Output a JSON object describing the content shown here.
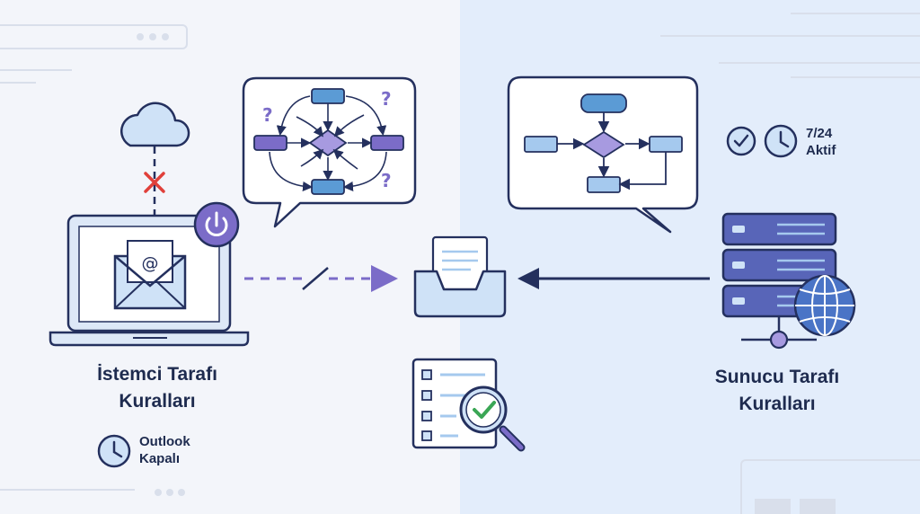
{
  "client": {
    "title_line1": "İstemci Tarafı",
    "title_line2": "Kuralları",
    "status_line1": "Outlook",
    "status_line2": "Kapalı"
  },
  "server": {
    "title_line1": "Sunucu Tarafı",
    "title_line2": "Kuralları",
    "status_line1": "7/24",
    "status_line2": "Aktif"
  },
  "icons": {
    "cloud": "cloud-icon",
    "blocked": "x-mark-icon",
    "laptop": "laptop-icon",
    "mail": "envelope-icon",
    "power": "power-icon",
    "inbox": "inbox-tray-icon",
    "server": "server-icon",
    "globe": "globe-icon",
    "checklist": "checklist-magnifier-icon"
  },
  "colors": {
    "navy": "#24305e",
    "accent_purple": "#7b6cc8",
    "blue": "#5b9bd5",
    "light_blue": "#cfe2f7",
    "error_red": "#e0403a",
    "success_green": "#3aa655"
  }
}
